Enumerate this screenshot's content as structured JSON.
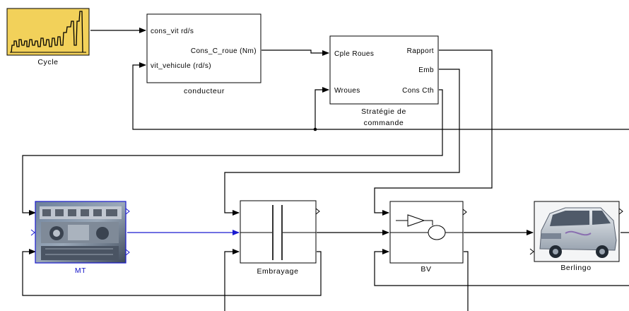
{
  "blocks": {
    "cycle": {
      "label": "Cycle"
    },
    "conducteur": {
      "label": "conducteur",
      "in_ports": [
        "cons_vit rd/s",
        "vit_vehicule (rd/s)"
      ],
      "out_ports": [
        "Cons_C_roue (Nm)"
      ]
    },
    "strategie": {
      "label_line1": "Stratégie de",
      "label_line2": "commande",
      "in_ports": [
        "Cple Roues",
        "Wroues"
      ],
      "out_ports": [
        "Rapport",
        "Emb",
        "Cons Cth"
      ]
    },
    "mt": {
      "label": "MT"
    },
    "embrayage": {
      "label": "Embrayage"
    },
    "bv": {
      "label": "BV"
    },
    "berlingo": {
      "label": "Berlingo"
    }
  },
  "colors": {
    "cycle_fill": "#f2d15a",
    "cycle_plot": "#000000",
    "signal": "#000000",
    "physical_link": "#1a1ad0",
    "mt_label": "#1010c8"
  }
}
